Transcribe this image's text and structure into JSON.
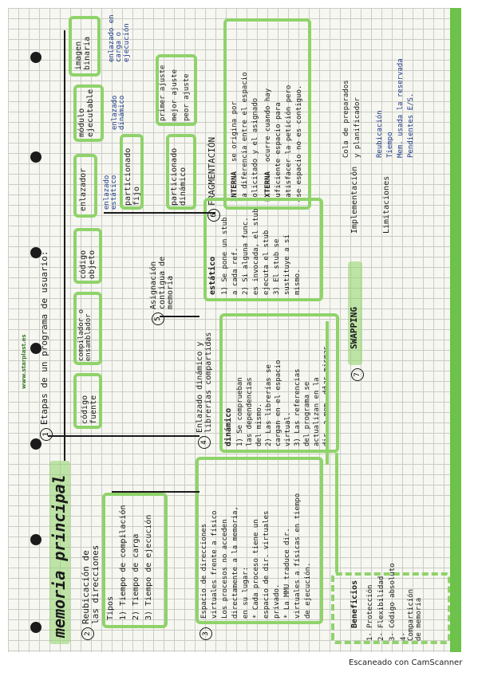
{
  "title": "memoria principal",
  "brand": "www.starplast.es",
  "footer": "Escaneado con CamScanner",
  "section2": {
    "num": "2",
    "heading": "Reubicación de las direcciones",
    "label": "Tipos",
    "items": [
      "1) Tiempo de compilación",
      "2) Tiempo de carga",
      "3) Tiempo de ejecución"
    ]
  },
  "section1": {
    "num": "1",
    "heading": "Etapas de un programa de usuario:",
    "codigo_fuente": "código fuente",
    "compilador": "compilador o ensamblador",
    "codigo_objeto": "código objeto",
    "enlazador": "enlazador",
    "modulo": "módulo ejecutable",
    "imagen": "imagen binaria",
    "enlazado_estatico": "enlazado estático",
    "enlazado_dinamico": "enlazado dinámico",
    "enlazado_anno": "enlazado en carga o ejecución"
  },
  "section3": {
    "num": "3",
    "text": [
      "Espacio de direcciones",
      "virtuales frente a físico",
      "Los procesos no acceden",
      "directamente a la memoria,",
      "en su lugar:",
      "* Cada proceso tiene un",
      "espacio de dir. virtuales",
      "privado.",
      "* La MMU traduce dir.",
      "virtuales a físicas en tiempo",
      "de ejecución."
    ]
  },
  "section4": {
    "num": "4",
    "heading": "Enlazado dinámico y librerías compartidas",
    "estatico": "estático",
    "estatico_items": [
      "1) Se pone un stub",
      "a cada ref.",
      "2) Si alguna func.",
      "es invocada, el stub",
      "ejecuta el stub",
      "3) El stub se",
      "sustituye a sí",
      "mismo."
    ],
    "dinamico": "dinámico",
    "dinamico_items": [
      "1) Se comprueban",
      "las dependencias",
      "del mismo.",
      "2) Las librerías se",
      "cargan en el espacio",
      "virtual.",
      "3) Las referencias",
      "del programa se",
      "actualizan en la",
      "dir. a mem. de",
      "las mismas."
    ]
  },
  "section5": {
    "num": "5",
    "heading": "Asignación contigua de memoria",
    "fijo": "particionado fijo",
    "dinamico": "particionado dinámico",
    "ajustes": [
      "primer ajuste",
      "mejor ajuste",
      "peor ajuste"
    ]
  },
  "section6": {
    "num": "6",
    "heading": "FRAGMENTACIÓN",
    "interna": "INTERNA",
    "interna_text": [
      "se origina por",
      "la diferencia entre el espacio",
      "solicitado y el asignado"
    ],
    "externa": "EXTERNA",
    "externa_text": [
      "ocurre cuando hay",
      "suficiente espacio para",
      "satisfacer la petición pero",
      "ese espacio no es contiguo."
    ]
  },
  "section7": {
    "num": "7",
    "heading": "SWAPPING",
    "implementacion": "Implementación",
    "impl_items": [
      "Cola de preparados",
      "y planificador"
    ],
    "limitaciones": "Limitaciones",
    "lim_items": [
      "Reubicación",
      "Tiempo",
      "Mem. usada la reservada",
      "Pendientes E/S."
    ]
  },
  "section8": {
    "heading": "Beneficios",
    "items": [
      "1- Protección",
      "2- Flexibilidad",
      "3- Código absoluto",
      "4- Compartición de memoria"
    ]
  }
}
